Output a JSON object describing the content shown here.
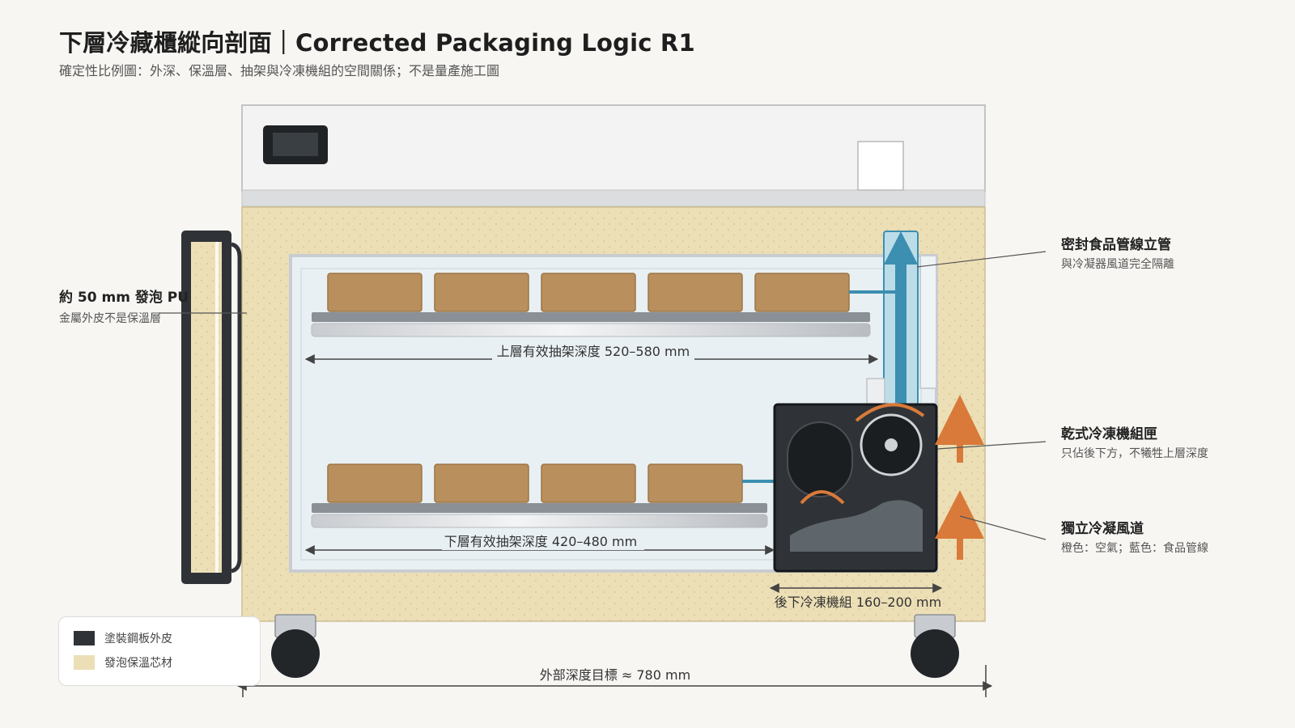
{
  "header": {
    "title": "下層冷藏櫃縱向剖面｜Corrected Packaging Logic R1",
    "subtitle": "確定性比例圖：外深、保溫層、抽架與冷凍機組的空間關係；不是量產施工圖"
  },
  "callouts": {
    "insulation_title": "約 50 mm 發泡 PU",
    "insulation_note": "金屬外皮不是保溫層",
    "riser_title": "密封食品管線立管",
    "riser_note": "與冷凝器風道完全隔離",
    "unit_title": "乾式冷凍機組匣",
    "unit_note": "只佔後下方，不犧牲上層深度",
    "duct_title": "獨立冷凝風道",
    "duct_note": "橙色：空氣；藍色：食品管線"
  },
  "dimensions": {
    "upper_drawer": "上層有效抽架深度 520–580 mm",
    "lower_drawer": "下層有效抽架深度 420–480 mm",
    "unit_depth": "後下冷凍機組 160–200 mm",
    "outer_depth": "外部深度目標 ≈ 780 mm"
  },
  "legend": {
    "steel_label": "塗裝鋼板外皮",
    "foam_label": "發泡保溫芯材"
  },
  "colors": {
    "foam": "#ecdfb6",
    "steel": "#2f3337",
    "food_line": "#3c8fb0",
    "air": "#d97a3a",
    "container": "#b98f5e"
  }
}
